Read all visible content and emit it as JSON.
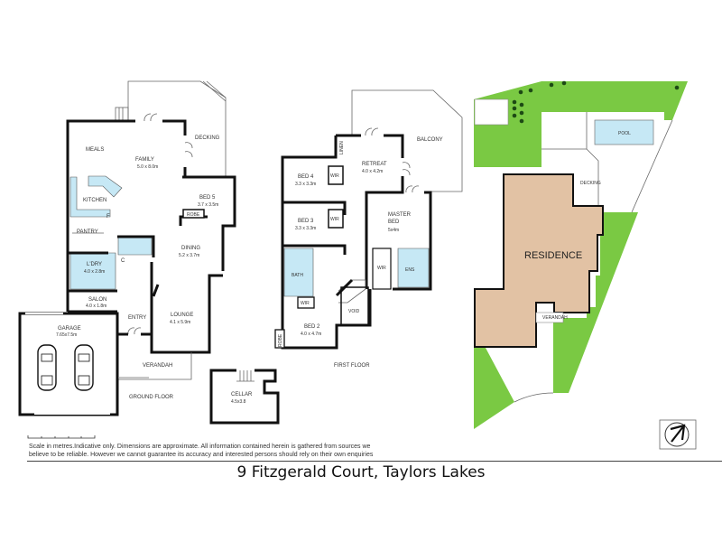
{
  "title": "9 Fitzgerald Court, Taylors Lakes",
  "disclaimer": {
    "line1": "Scale in metres.Indicative only. Dimensions are approximate. All information contained herein is gathered from sources we",
    "line2": "believe to be reliable. However we cannot guarantee its accuracy and interested persons should rely on their own enquiries"
  },
  "colors": {
    "wet_areas": "#c6e8f5",
    "lawn": "#7ac943",
    "residence": "#e2c2a4",
    "walls": "#111111"
  },
  "ground_floor": {
    "label": "GROUND FLOOR",
    "rooms": {
      "meals": {
        "name": "MEALS",
        "dim": ""
      },
      "family": {
        "name": "FAMILY",
        "dim": "5.0 x 8.0m"
      },
      "decking": {
        "name": "DECKING",
        "dim": ""
      },
      "kitchen": {
        "name": "KITCHEN",
        "dim": ""
      },
      "bed5": {
        "name": "BED 5",
        "dim": "3.7 x 3.5m"
      },
      "robe": {
        "name": "ROBE",
        "dim": ""
      },
      "pantry": {
        "name": "PANTRY",
        "dim": ""
      },
      "fridge": {
        "name": "F",
        "dim": ""
      },
      "dining": {
        "name": "DINING",
        "dim": "5.2 x 3.7m"
      },
      "ldry": {
        "name": "L'DRY",
        "dim": "4.0 x 2.8m"
      },
      "cupboard": {
        "name": "C",
        "dim": ""
      },
      "salon": {
        "name": "SALON",
        "dim": "4.0 x 1.8m"
      },
      "entry": {
        "name": "ENTRY",
        "dim": ""
      },
      "lounge": {
        "name": "LOUNGE",
        "dim": "4.1 x 5.9m"
      },
      "garage": {
        "name": "GARAGE",
        "dim": "7.65x7.5m"
      },
      "verandah": {
        "name": "VERANDAH",
        "dim": ""
      }
    }
  },
  "cellar": {
    "name": "CELLAR",
    "dim": "4.5x3.8"
  },
  "first_floor": {
    "label": "FIRST FLOOR",
    "rooms": {
      "balcony": {
        "name": "BALCONY",
        "dim": ""
      },
      "linen": {
        "name": "LINEN",
        "dim": ""
      },
      "retreat": {
        "name": "RETREAT",
        "dim": "4.0 x 4.2m"
      },
      "bed4": {
        "name": "BED 4",
        "dim": "3.3 x 3.3m"
      },
      "wir4": {
        "name": "WIR",
        "dim": ""
      },
      "bed3": {
        "name": "BED 3",
        "dim": "3.3 x 3.3m"
      },
      "wir3": {
        "name": "WIR",
        "dim": ""
      },
      "master": {
        "name1": "MASTER",
        "name2": "BED",
        "dim": "5x4m"
      },
      "wir_master": {
        "name": "WIR",
        "dim": ""
      },
      "ens": {
        "name": "ENS",
        "dim": ""
      },
      "bath": {
        "name": "BATH",
        "dim": ""
      },
      "wir2": {
        "name": "WIR",
        "dim": ""
      },
      "void": {
        "name": "VOID",
        "dim": ""
      },
      "bed2": {
        "name": "BED 2",
        "dim": "4.0 x 4.7m"
      },
      "robe2": {
        "name": "ROBE",
        "dim": ""
      }
    }
  },
  "site_plan": {
    "residence": "RESIDENCE",
    "pool": "POOL",
    "decking": "DECKING",
    "verandah": "VERANDAH",
    "north_icon": "north-arrow-icon"
  }
}
